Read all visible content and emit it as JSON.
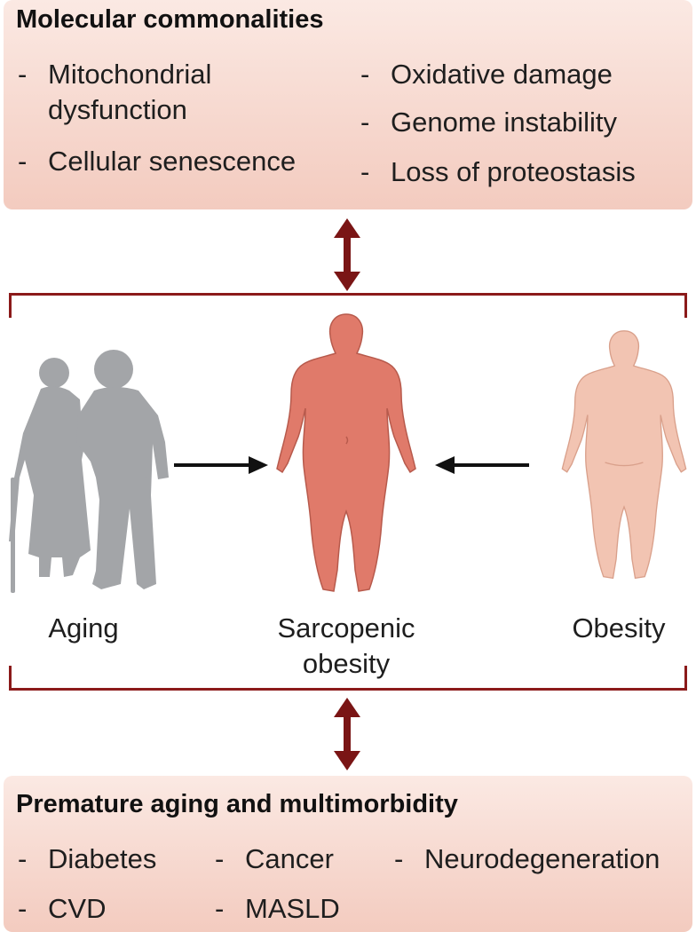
{
  "top_box": {
    "title": "Molecular commonalities",
    "items": [
      {
        "dash": "-",
        "text": "Mitochondrial\ndysfunction"
      },
      {
        "dash": "-",
        "text": "Cellular senescence"
      },
      {
        "dash": "-",
        "text": "Oxidative damage"
      },
      {
        "dash": "-",
        "text": "Genome instability"
      },
      {
        "dash": "-",
        "text": "Loss of proteostasis"
      }
    ]
  },
  "middle": {
    "labels": {
      "aging": "Aging",
      "sarcopenic_obesity_line1": "Sarcopenic",
      "sarcopenic_obesity_line2": "obesity",
      "obesity": "Obesity"
    }
  },
  "bottom_box": {
    "title": "Premature aging and multimorbidity",
    "items": [
      {
        "dash": "-",
        "text": "Diabetes"
      },
      {
        "dash": "-",
        "text": "Cancer"
      },
      {
        "dash": "-",
        "text": "Neurodegeneration"
      },
      {
        "dash": "-",
        "text": "CVD"
      },
      {
        "dash": "-",
        "text": "MASLD"
      }
    ]
  },
  "colors": {
    "accent_dark_red": "#7a1515",
    "aging_silhouette": "#a3a5a8",
    "sarcopenic_figure": "#e07a6a",
    "obesity_figure": "#f2c4b2",
    "panel_fill": "#f3cbbf"
  },
  "icons": [
    "double-arrow-icon",
    "right-arrow-icon",
    "left-arrow-icon",
    "elderly-couple-icon",
    "person-silhouette-icon"
  ]
}
